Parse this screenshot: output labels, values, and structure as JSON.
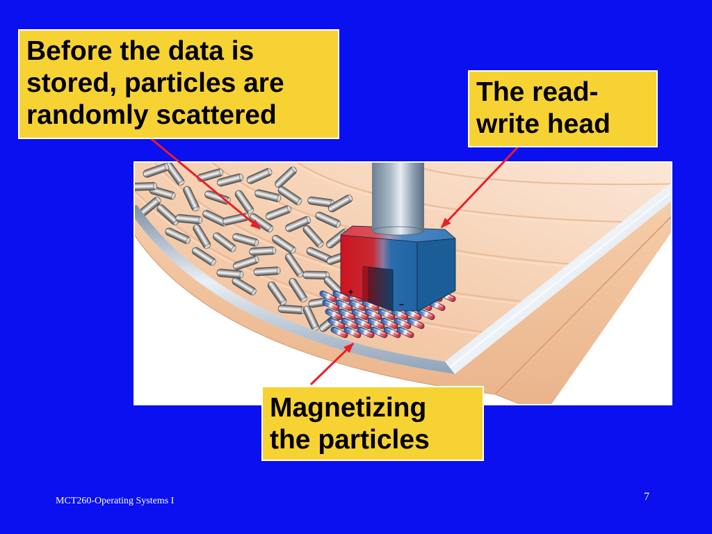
{
  "slide": {
    "callouts": [
      {
        "lines": [
          "Before the data is",
          "stored, particles are",
          "randomly scattered"
        ]
      },
      {
        "lines": [
          "The read-",
          "write head"
        ]
      },
      {
        "lines": [
          "Magnetizing",
          "the particles"
        ]
      }
    ],
    "head_polarity": {
      "north": "+",
      "south": "−"
    },
    "footer": {
      "course": "MCT260-Operating Systems I",
      "page_number": "7"
    }
  },
  "colors": {
    "background": "#0a10f0",
    "callout_fill": "#f7d233",
    "callout_border": "#ffffff",
    "text": "#000000",
    "footer_text": "#ffffff",
    "arrow": "#ee1c24"
  }
}
